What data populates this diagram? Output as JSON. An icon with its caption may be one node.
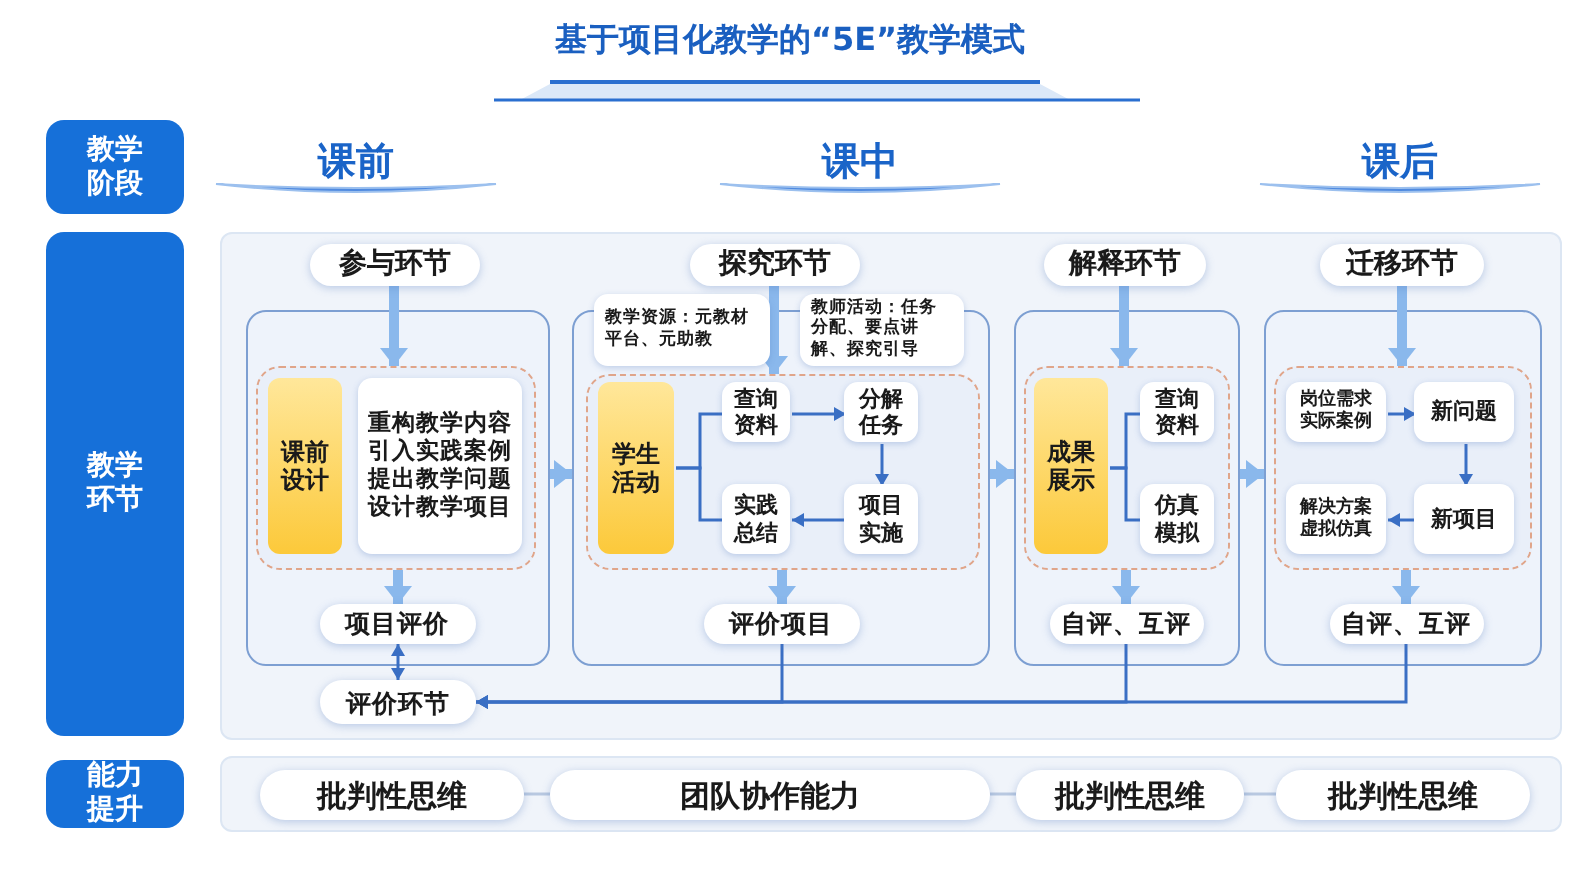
{
  "diagram": {
    "title": "基于项目化教学的“5E”教学模式",
    "nodes": [
      {
        "text": [
          "教学阶段"
        ]
      },
      {
        "text": [
          "教学环节"
        ]
      },
      {
        "text": [
          "能力提升"
        ]
      },
      {
        "text": [
          "参与环节"
        ]
      },
      {
        "text": [],
        "shape": "box"
      },
      {
        "text": [],
        "shape": "box",
        "in": 4
      },
      {
        "text": [
          "课前设计"
        ],
        "in": 5
      },
      {
        "text": [
          "重构教学内容引入实践案例提出教学问题设计教学项目"
        ],
        "in": 5
      },
      {
        "text": [
          "项目评价"
        ],
        "in": 4
      },
      {
        "text": [
          "评价环节"
        ]
      },
      {
        "text": [
          "探究环节"
        ]
      },
      {
        "text": [],
        "shape": "box"
      },
      {
        "text": [
          "教学资源：元教材平台、元助教"
        ],
        "in": 11
      },
      {
        "text": [
          "教师活动：任务分配、要点讲解、探究引导"
        ],
        "in": 11
      },
      {
        "text": [],
        "shape": "box",
        "in": 11
      },
      {
        "text": [
          "学生活动"
        ],
        "in": 14
      },
      {
        "text": [
          "查询资料"
        ],
        "in": 14
      },
      {
        "text": [
          "分解任务"
        ],
        "in": 14
      },
      {
        "text": [
          "项目实施"
        ],
        "in": 14
      },
      {
        "text": [
          "实践总结"
        ],
        "in": 14
      },
      {
        "text": [
          "评价项目"
        ],
        "in": 11
      },
      {
        "text": [
          "解释环节"
        ]
      },
      {
        "text": [],
        "shape": "box"
      },
      {
        "text": [],
        "shape": "box",
        "in": 22
      },
      {
        "text": [
          "成果展示"
        ],
        "in": 23
      },
      {
        "text": [
          "查询资料"
        ],
        "in": 23
      },
      {
        "text": [
          "仿真模拟"
        ],
        "in": 23
      },
      {
        "text": [
          "自评、互评"
        ],
        "in": 22
      },
      {
        "text": [
          "迁移环节"
        ]
      },
      {
        "text": [],
        "shape": "box"
      },
      {
        "text": [],
        "shape": "box",
        "in": 29
      },
      {
        "text": [
          "岗位需求实际案例"
        ],
        "in": 30
      },
      {
        "text": [
          "新问题"
        ],
        "in": 30
      },
      {
        "text": [
          "新项目"
        ],
        "in": 30
      },
      {
        "text": [
          "解决方案虚拟仿真"
        ],
        "in": 30
      },
      {
        "text": [
          "自评、互评"
        ],
        "in": 29
      },
      {
        "text": [
          "批判性思维"
        ]
      },
      {
        "text": [
          "团队协作能力"
        ]
      },
      {
        "text": [
          "批判性思维"
        ]
      },
      {
        "text": [
          "批判性思维"
        ]
      }
    ],
    "edges": [
      {
        "from": 3,
        "to": 5,
        "arrow": "to",
        "style": "thick",
        "color": "#8ab8ec"
      },
      {
        "from": 5,
        "to": 8,
        "arrow": "to",
        "style": "thick",
        "color": "#8ab8ec"
      },
      {
        "from": 8,
        "to": 9,
        "arrow": "both"
      },
      {
        "from": 4,
        "to": 11,
        "arrow": "to",
        "style": "thick",
        "color": "#8ab8ec"
      },
      {
        "from": 10,
        "to": 14,
        "arrow": "to",
        "style": "thick",
        "color": "#8ab8ec"
      },
      {
        "from": 15,
        "to": 16,
        "arrow": "none"
      },
      {
        "from": 15,
        "to": 19,
        "arrow": "none"
      },
      {
        "from": 16,
        "to": 17,
        "arrow": "to"
      },
      {
        "from": 17,
        "to": 18,
        "arrow": "to"
      },
      {
        "from": 18,
        "to": 19,
        "arrow": "to"
      },
      {
        "from": 14,
        "to": 20,
        "arrow": "to",
        "style": "thick",
        "color": "#8ab8ec"
      },
      {
        "from": 20,
        "to": 9,
        "arrow": "to"
      },
      {
        "from": 27,
        "to": 9,
        "arrow": "to"
      },
      {
        "from": 35,
        "to": 9,
        "arrow": "to"
      },
      {
        "from": 11,
        "to": 22,
        "arrow": "to",
        "style": "thick",
        "color": "#8ab8ec"
      },
      {
        "from": 21,
        "to": 23,
        "arrow": "to",
        "style": "thick",
        "color": "#8ab8ec"
      },
      {
        "from": 24,
        "to": 25,
        "arrow": "none"
      },
      {
        "from": 24,
        "to": 26,
        "arrow": "none"
      },
      {
        "from": 23,
        "to": 27,
        "arrow": "to",
        "style": "thick",
        "color": "#8ab8ec"
      },
      {
        "from": 22,
        "to": 29,
        "arrow": "to",
        "style": "thick",
        "color": "#8ab8ec"
      },
      {
        "from": 28,
        "to": 30,
        "arrow": "to",
        "style": "thick",
        "color": "#8ab8ec"
      },
      {
        "from": 31,
        "to": 32,
        "arrow": "to"
      },
      {
        "from": 32,
        "to": 33,
        "arrow": "to"
      },
      {
        "from": 33,
        "to": 34,
        "arrow": "to"
      },
      {
        "from": 30,
        "to": 35,
        "arrow": "to",
        "style": "thick",
        "color": "#8ab8ec"
      },
      {
        "from": 36,
        "to": 37,
        "arrow": "none",
        "color": "#b8c8e0"
      },
      {
        "from": 37,
        "to": 38,
        "arrow": "none",
        "color": "#b8c8e0"
      },
      {
        "from": 38,
        "to": 39,
        "arrow": "none",
        "color": "#b8c8e0"
      }
    ],
    "labels": [
      "课前",
      "课中",
      "课后"
    ]
  }
}
